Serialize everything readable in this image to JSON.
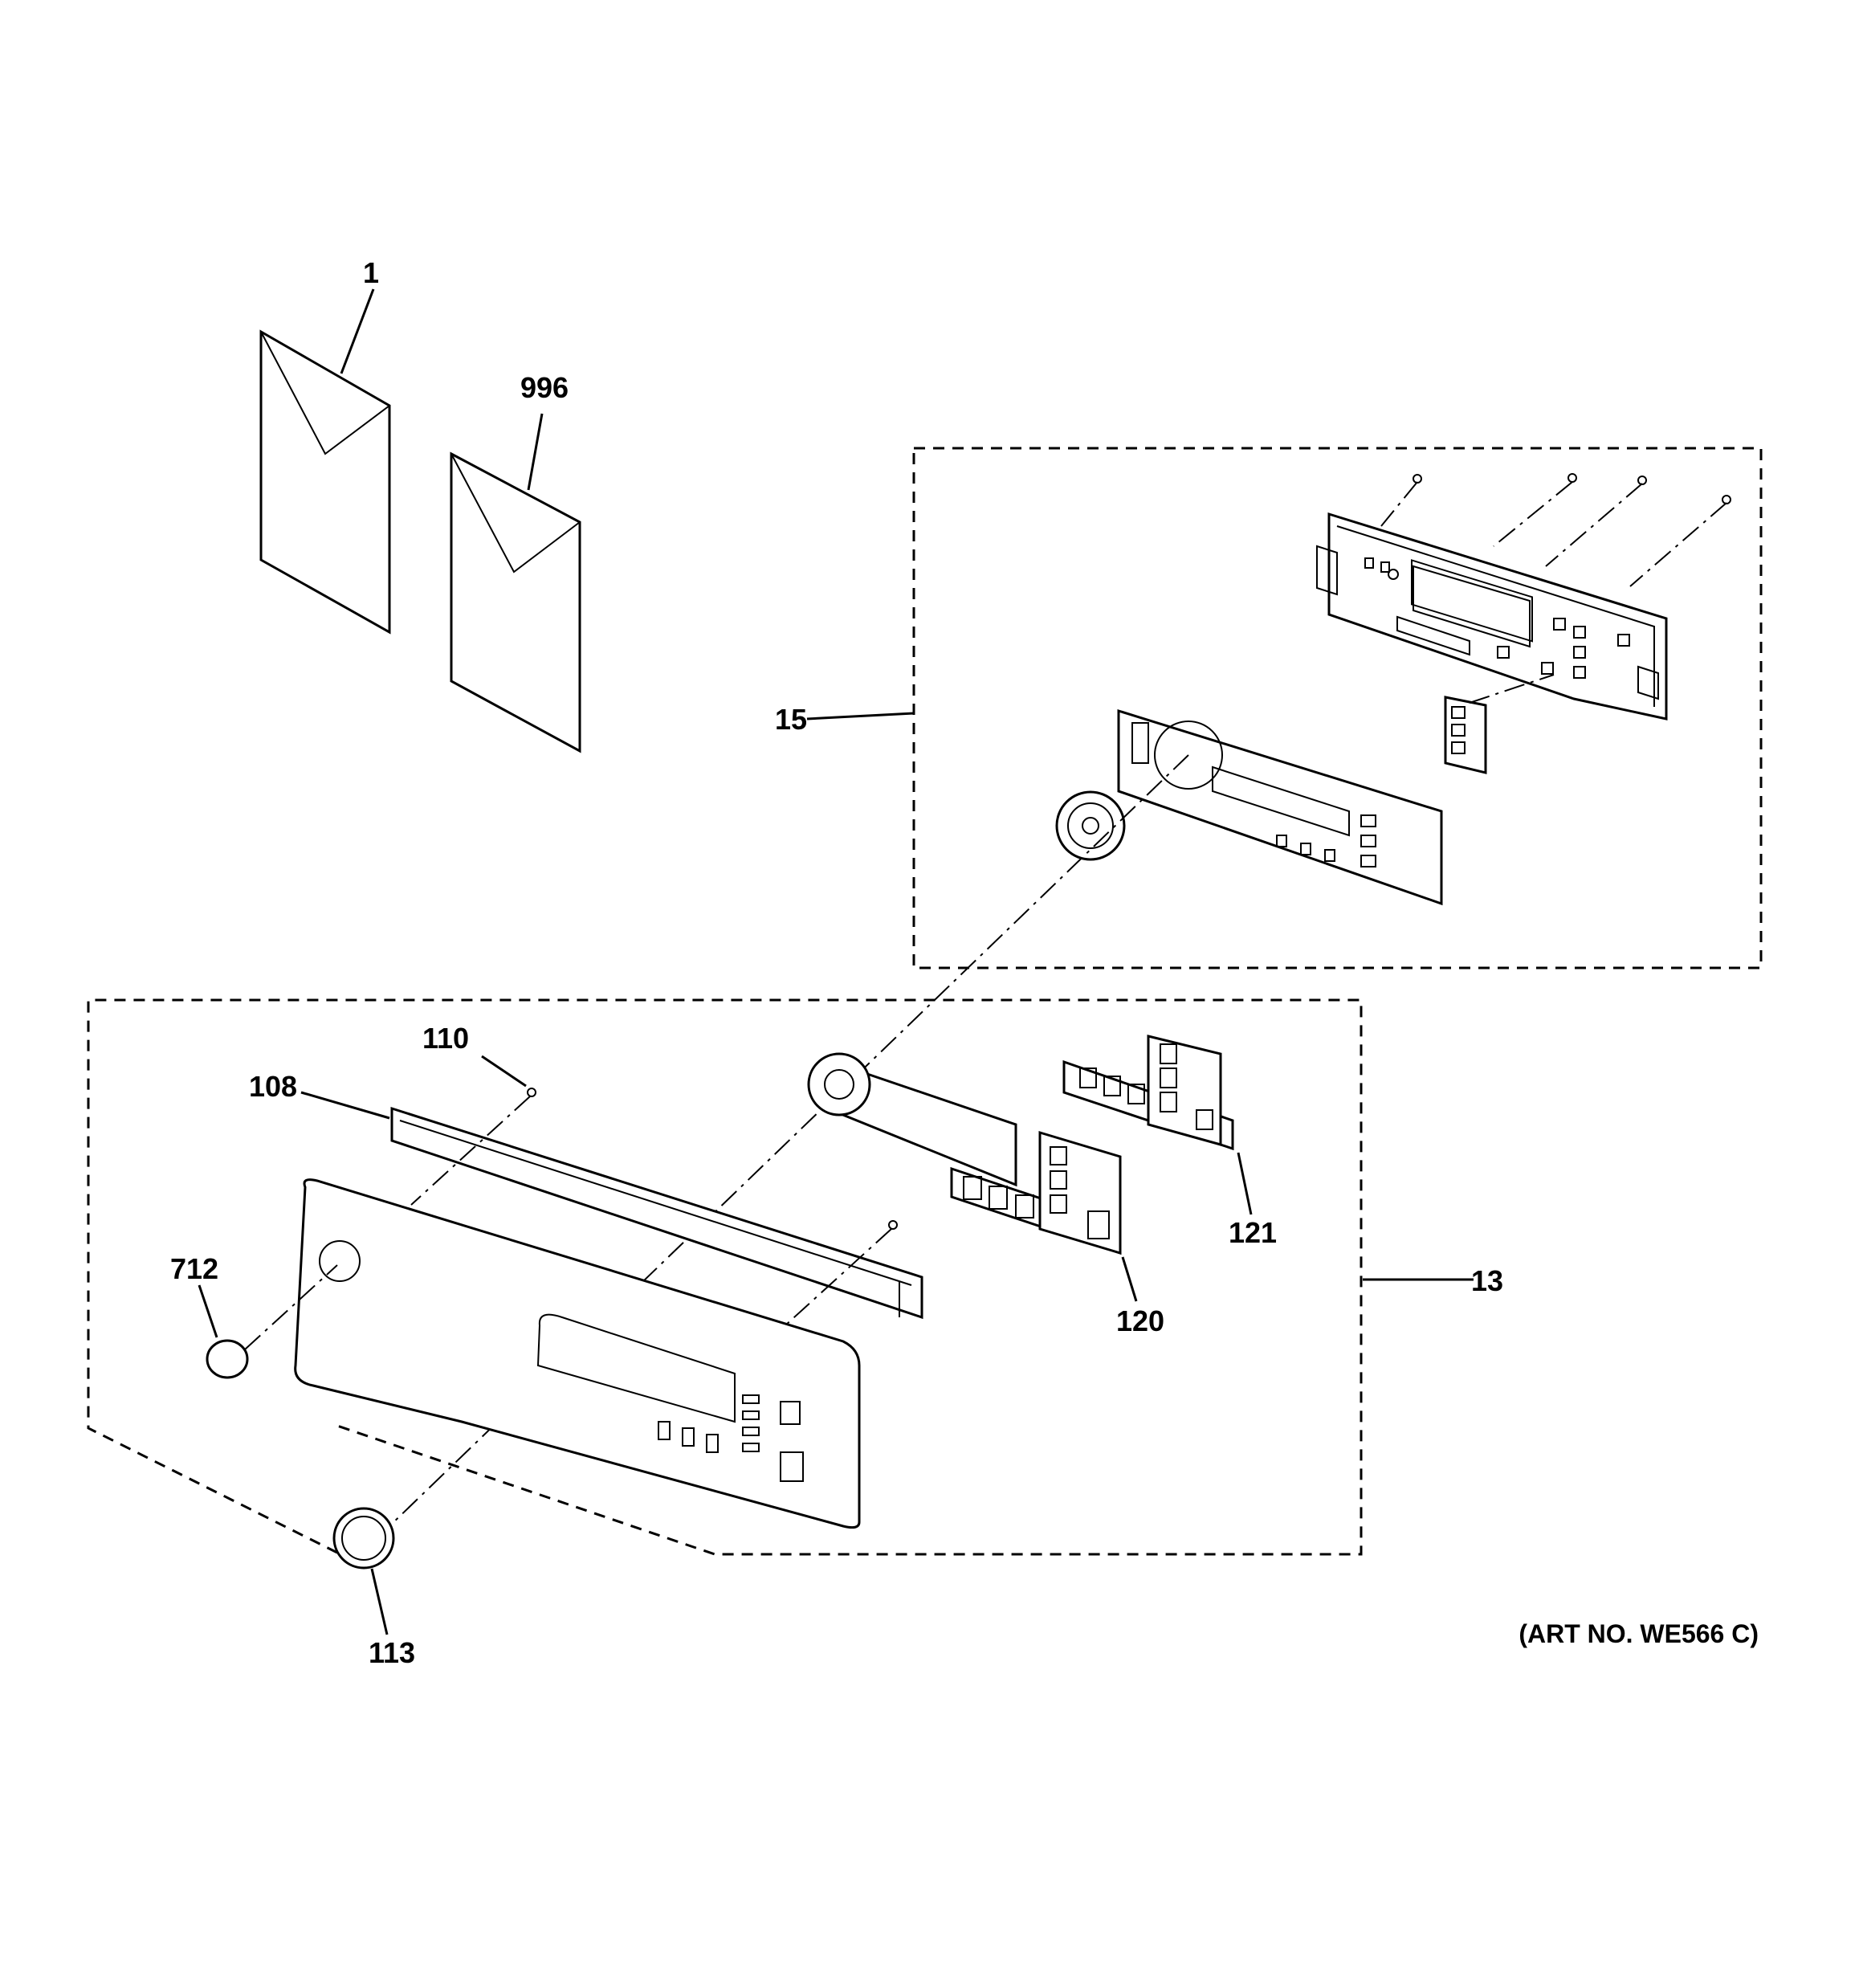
{
  "callouts": {
    "c1": "1",
    "c996": "996",
    "c15": "15",
    "c110": "110",
    "c108": "108",
    "c712": "712",
    "c113": "113",
    "c121": "121",
    "c120": "120",
    "c13": "13"
  },
  "art_number": "(ART NO. WE566 C)"
}
